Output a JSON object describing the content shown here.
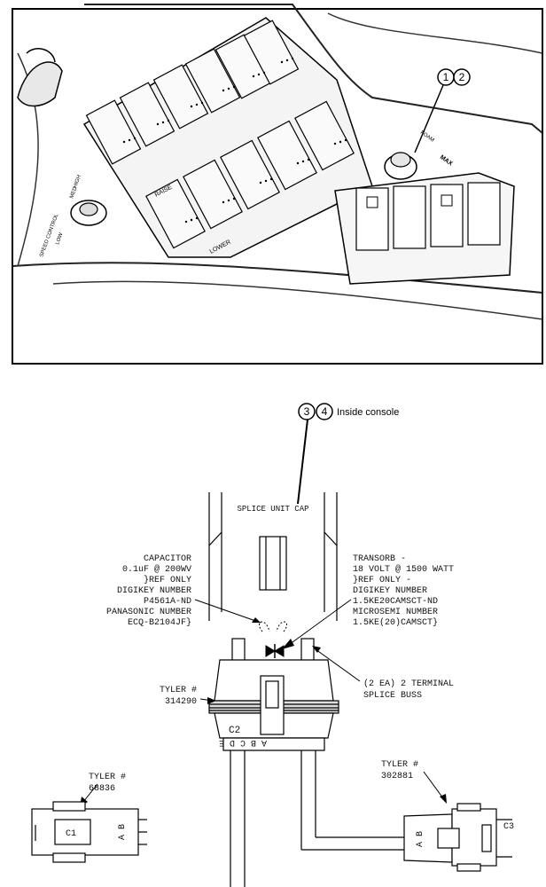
{
  "console": {
    "callout_left": "1",
    "callout_right": "2",
    "label_raise": "RAISE",
    "label_lower": "LOWER",
    "label_foam": "FOAM",
    "label_max": "MAX",
    "label_speed_control": "SPEED CONTROL",
    "label_low": "LOW",
    "label_med": "MED",
    "label_high": "HIGH"
  },
  "wiring": {
    "callout_left": "3",
    "callout_right": "4",
    "callout_note": "Inside console",
    "splice_cap": "SPLICE UNIT CAP",
    "capacitor": [
      "CAPACITOR",
      "0.1uF @ 200WV",
      "}REF ONLY",
      "DIGIKEY NUMBER",
      "P4561A-ND",
      "PANASONIC NUMBER",
      "ECQ-B2104JF}"
    ],
    "transorb": [
      "TRANSORB -",
      "18 VOLT @ 1500 WATT",
      "}REF ONLY -",
      "DIGIKEY NUMBER",
      "1.5KE20CAMSCT-ND",
      "MICROSEMI NUMBER",
      "1.5KE(20)CAMSCT}"
    ],
    "tyler_main": [
      "TYLER #",
      "314290"
    ],
    "splice_buss": [
      "(2 EA) 2 TERMINAL",
      "SPLICE BUSS"
    ],
    "c2": "C2",
    "c2_pins": "A B C D E",
    "tyler_left": [
      "TYLER #",
      "68836"
    ],
    "c1": "C1",
    "c1_pins": "A B",
    "tyler_right": [
      "TYLER #",
      "302881"
    ],
    "c3": "C3",
    "c3_pins": "A B"
  }
}
